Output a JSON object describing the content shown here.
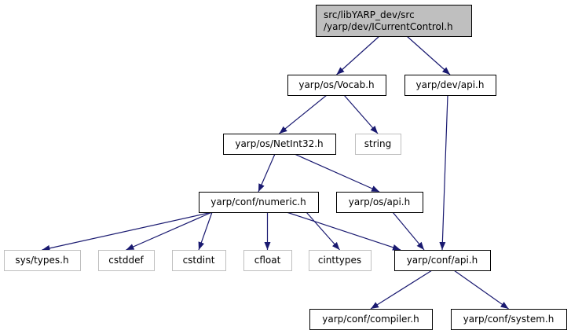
{
  "graph": {
    "nodes": [
      {
        "id": "root",
        "lines": [
          "src/libYARP_dev/src",
          "/yarp/dev/ICurrentControl.h"
        ],
        "kind": "root"
      },
      {
        "id": "vocab",
        "lines": [
          "yarp/os/Vocab.h"
        ],
        "kind": "local"
      },
      {
        "id": "devapi",
        "lines": [
          "yarp/dev/api.h"
        ],
        "kind": "local"
      },
      {
        "id": "netint",
        "lines": [
          "yarp/os/NetInt32.h"
        ],
        "kind": "local"
      },
      {
        "id": "string",
        "lines": [
          "string"
        ],
        "kind": "system"
      },
      {
        "id": "numeric",
        "lines": [
          "yarp/conf/numeric.h"
        ],
        "kind": "local"
      },
      {
        "id": "osapi",
        "lines": [
          "yarp/os/api.h"
        ],
        "kind": "local"
      },
      {
        "id": "systypes",
        "lines": [
          "sys/types.h"
        ],
        "kind": "system"
      },
      {
        "id": "cstddef",
        "lines": [
          "cstddef"
        ],
        "kind": "system"
      },
      {
        "id": "cstdint",
        "lines": [
          "cstdint"
        ],
        "kind": "system"
      },
      {
        "id": "cfloat",
        "lines": [
          "cfloat"
        ],
        "kind": "system"
      },
      {
        "id": "cinttypes",
        "lines": [
          "cinttypes"
        ],
        "kind": "system"
      },
      {
        "id": "confapi",
        "lines": [
          "yarp/conf/api.h"
        ],
        "kind": "local"
      },
      {
        "id": "compiler",
        "lines": [
          "yarp/conf/compiler.h"
        ],
        "kind": "local"
      },
      {
        "id": "system",
        "lines": [
          "yarp/conf/system.h"
        ],
        "kind": "local"
      }
    ],
    "edges": [
      [
        "root",
        "vocab"
      ],
      [
        "root",
        "devapi"
      ],
      [
        "vocab",
        "netint"
      ],
      [
        "vocab",
        "string"
      ],
      [
        "netint",
        "numeric"
      ],
      [
        "netint",
        "osapi"
      ],
      [
        "devapi",
        "confapi"
      ],
      [
        "numeric",
        "systypes"
      ],
      [
        "numeric",
        "cstddef"
      ],
      [
        "numeric",
        "cstdint"
      ],
      [
        "numeric",
        "cfloat"
      ],
      [
        "numeric",
        "cinttypes"
      ],
      [
        "numeric",
        "confapi"
      ],
      [
        "osapi",
        "confapi"
      ],
      [
        "confapi",
        "compiler"
      ],
      [
        "confapi",
        "system"
      ]
    ]
  },
  "colors": {
    "root_fill": "#bfbfbf",
    "local_border": "#000000",
    "system_border": "#bfbfbf",
    "edge": "#191970"
  }
}
